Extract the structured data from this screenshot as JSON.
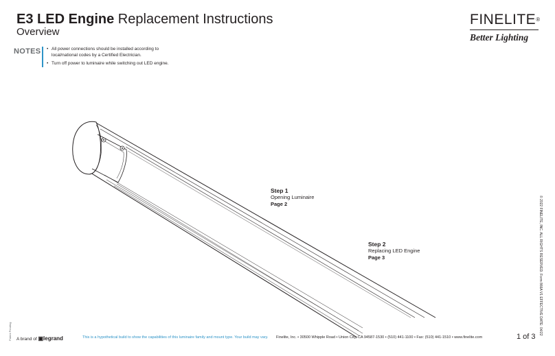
{
  "header": {
    "title_bold": "E3 LED Engine",
    "title_rest": " Replacement Instructions",
    "subtitle": "Overview"
  },
  "brand": {
    "name": "FINELITE",
    "registered": "®",
    "tagline": "Better Lighting"
  },
  "notes": {
    "label": "NOTES",
    "items": [
      "All power connections should be installed according to local/national codes by a Certified Electrician.",
      "Turn off power to luminaire while switching out LED engine."
    ]
  },
  "steps": [
    {
      "title": "Step 1",
      "label": "Opening Luminaire",
      "page": "Page 2"
    },
    {
      "title": "Step 2",
      "label": "Replacing LED Engine",
      "page": "Page 3"
    }
  ],
  "side": {
    "copyright": "© 2022 FINELITE, INC. ALL RIGHTS RESERVED.   Form 866A V1 EFFECTIVE DATE: 04/22",
    "patent": "Patent Pending"
  },
  "footer": {
    "brand_prefix": "A brand of",
    "brand_name": "legrand",
    "disclaimer": "This is a hypothetical build to show the capabilities of this luminaire family and mount type. Your build may vary.",
    "address": "Finelite, Inc.  •  30500 Whipple Road  •  Union City, CA 94587-1530  •  (510) 441-1100  •  Fax: (510) 441-1510  •  www.finelite.com",
    "page": "1  of 3"
  },
  "colors": {
    "accent": "#2d93c7",
    "text": "#231f20",
    "notes_label": "#6a6d70"
  }
}
